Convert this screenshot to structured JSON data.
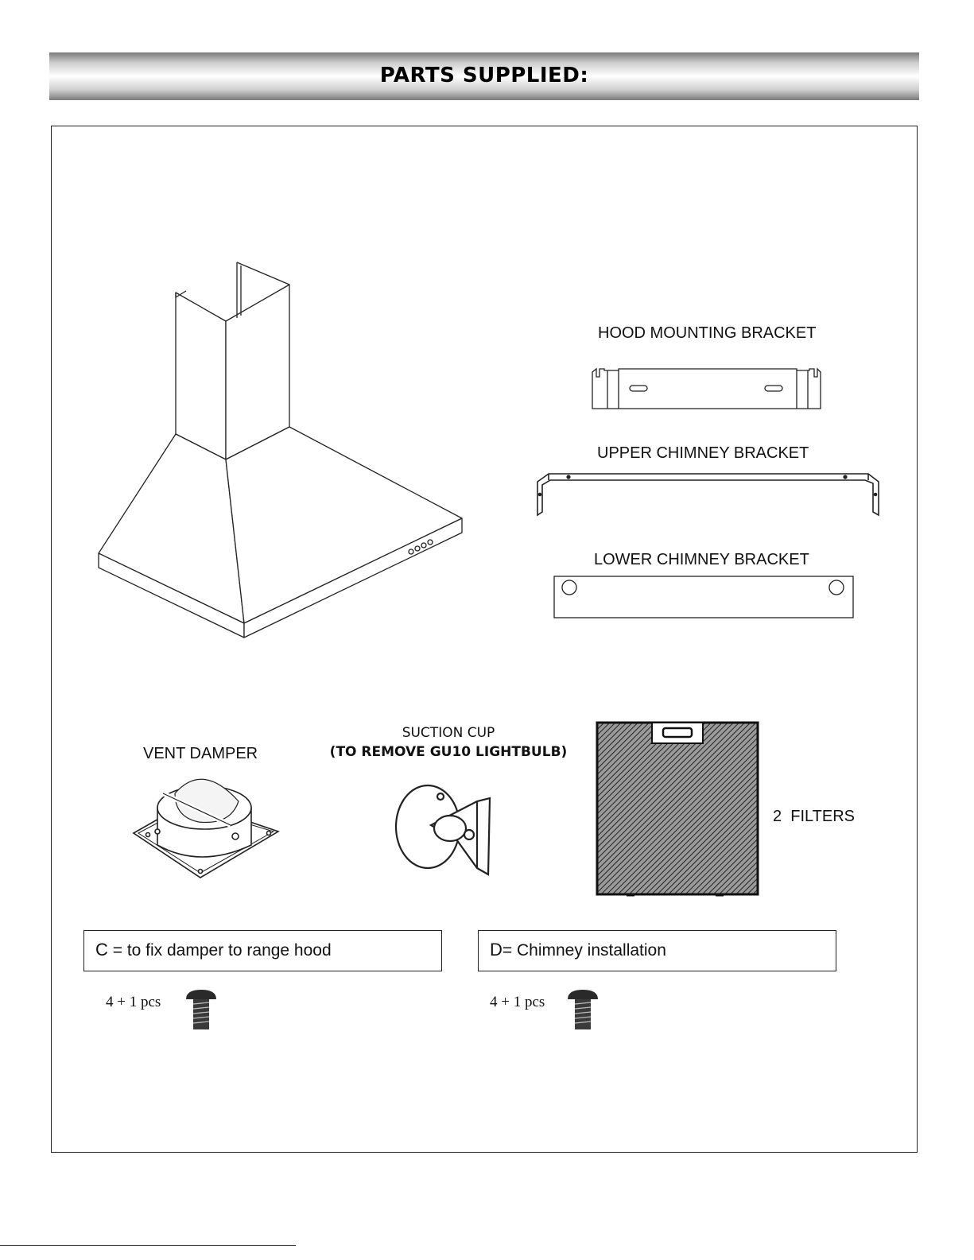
{
  "header": {
    "title": "PARTS SUPPLIED:"
  },
  "parts": {
    "hood_mounting_bracket": "HOOD MOUNTING BRACKET",
    "upper_chimney_bracket": "UPPER CHIMNEY BRACKET",
    "lower_chimney_bracket": "LOWER CHIMNEY BRACKET",
    "vent_damper": "VENT DAMPER",
    "suction_cup_line1": "SUCTION CUP",
    "suction_cup_line2": "(TO REMOVE GU10 LIGHTBULB)",
    "filters": "2  FILTERS"
  },
  "screws": {
    "c": {
      "letter": "C",
      "text": " = to fix damper to range hood",
      "qty": "4 + 1 pcs"
    },
    "d": {
      "letter": "D",
      "text": "= Chimney installation",
      "qty": "4 + 1 pcs"
    }
  },
  "icons": [
    "range-hood-icon",
    "hood-mounting-bracket-icon",
    "upper-chimney-bracket-icon",
    "lower-chimney-bracket-icon",
    "vent-damper-icon",
    "suction-cup-icon",
    "filter-icon",
    "screw-icon"
  ]
}
